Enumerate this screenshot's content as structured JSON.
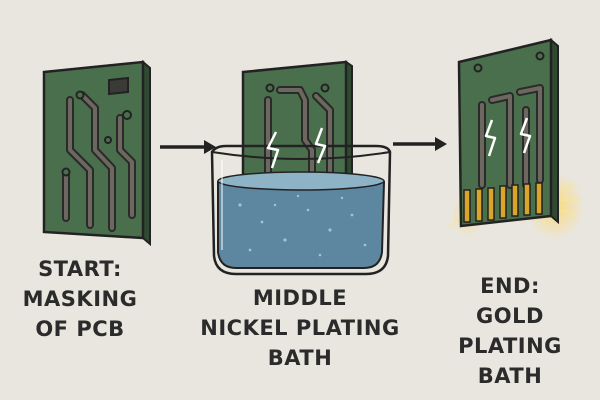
{
  "steps": [
    {
      "id": "start",
      "lines": [
        "START:",
        "MASKING",
        "OF PCB"
      ]
    },
    {
      "id": "middle",
      "lines": [
        "MIDDLE",
        "NICKEL PLATING",
        "BATH"
      ]
    },
    {
      "id": "end",
      "lines": [
        "END:",
        "GOLD",
        "PLATING",
        "BATH"
      ]
    }
  ],
  "colors": {
    "background": "#e9e6df",
    "pcb": "#4a6f4c",
    "pcb_outline": "#2a2a2a",
    "trace": "#4d4a45",
    "liquid": "#5d86a0",
    "gold": "#d9a62b",
    "spark": "#f4e79a"
  },
  "icons": [
    "pcb-board-icon",
    "arrow-right-icon",
    "plating-bath-icon",
    "lightning-icon",
    "gold-contacts-icon"
  ]
}
